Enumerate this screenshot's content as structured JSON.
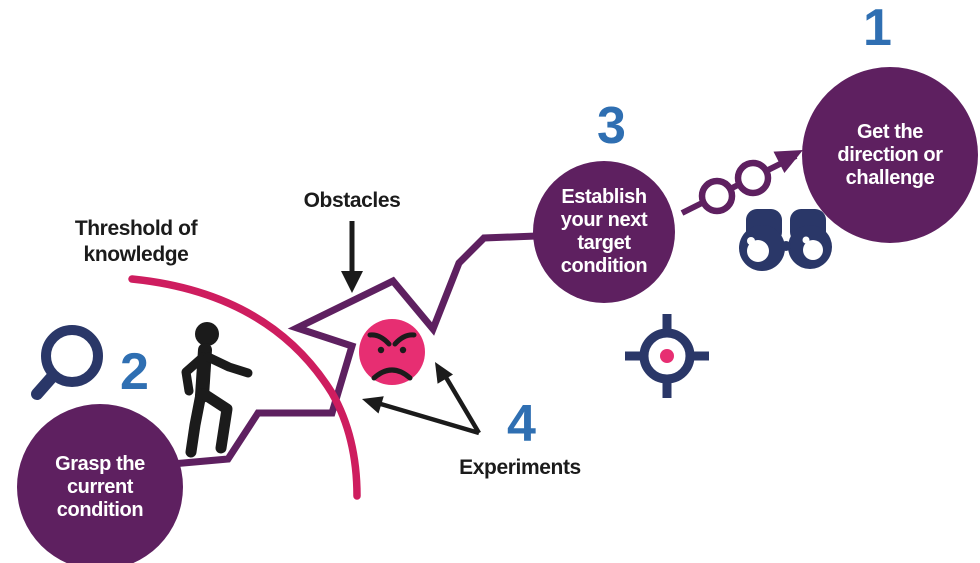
{
  "diagram_name": "improvement-kata",
  "palette": {
    "purple": "#5e2060",
    "blue_number": "#2f6fb2",
    "navy_icon": "#2a3768",
    "pink": "#e72e72",
    "crimson_curve": "#ce1d5f",
    "black": "#1b1b1b"
  },
  "steps": {
    "step1": {
      "number": "1",
      "label": "Get the\ndirection or\nchallenge"
    },
    "step2": {
      "number": "2",
      "label": "Grasp the\ncurrent\ncondition"
    },
    "step3": {
      "number": "3",
      "label": "Establish\nyour next\ntarget\ncondition"
    },
    "step4": {
      "number": "4",
      "label": "Experiments"
    }
  },
  "labels": {
    "obstacles": "Obstacles",
    "threshold_of_knowledge": "Threshold of\nknowledge"
  },
  "icons": {
    "magnifier": "magnifier-icon",
    "walking_person": "walking-person-icon",
    "angry_face": "angry-face-icon",
    "target": "target-icon",
    "binoculars": "binoculars-icon",
    "chain_arrow": "chain-link-arrow"
  }
}
